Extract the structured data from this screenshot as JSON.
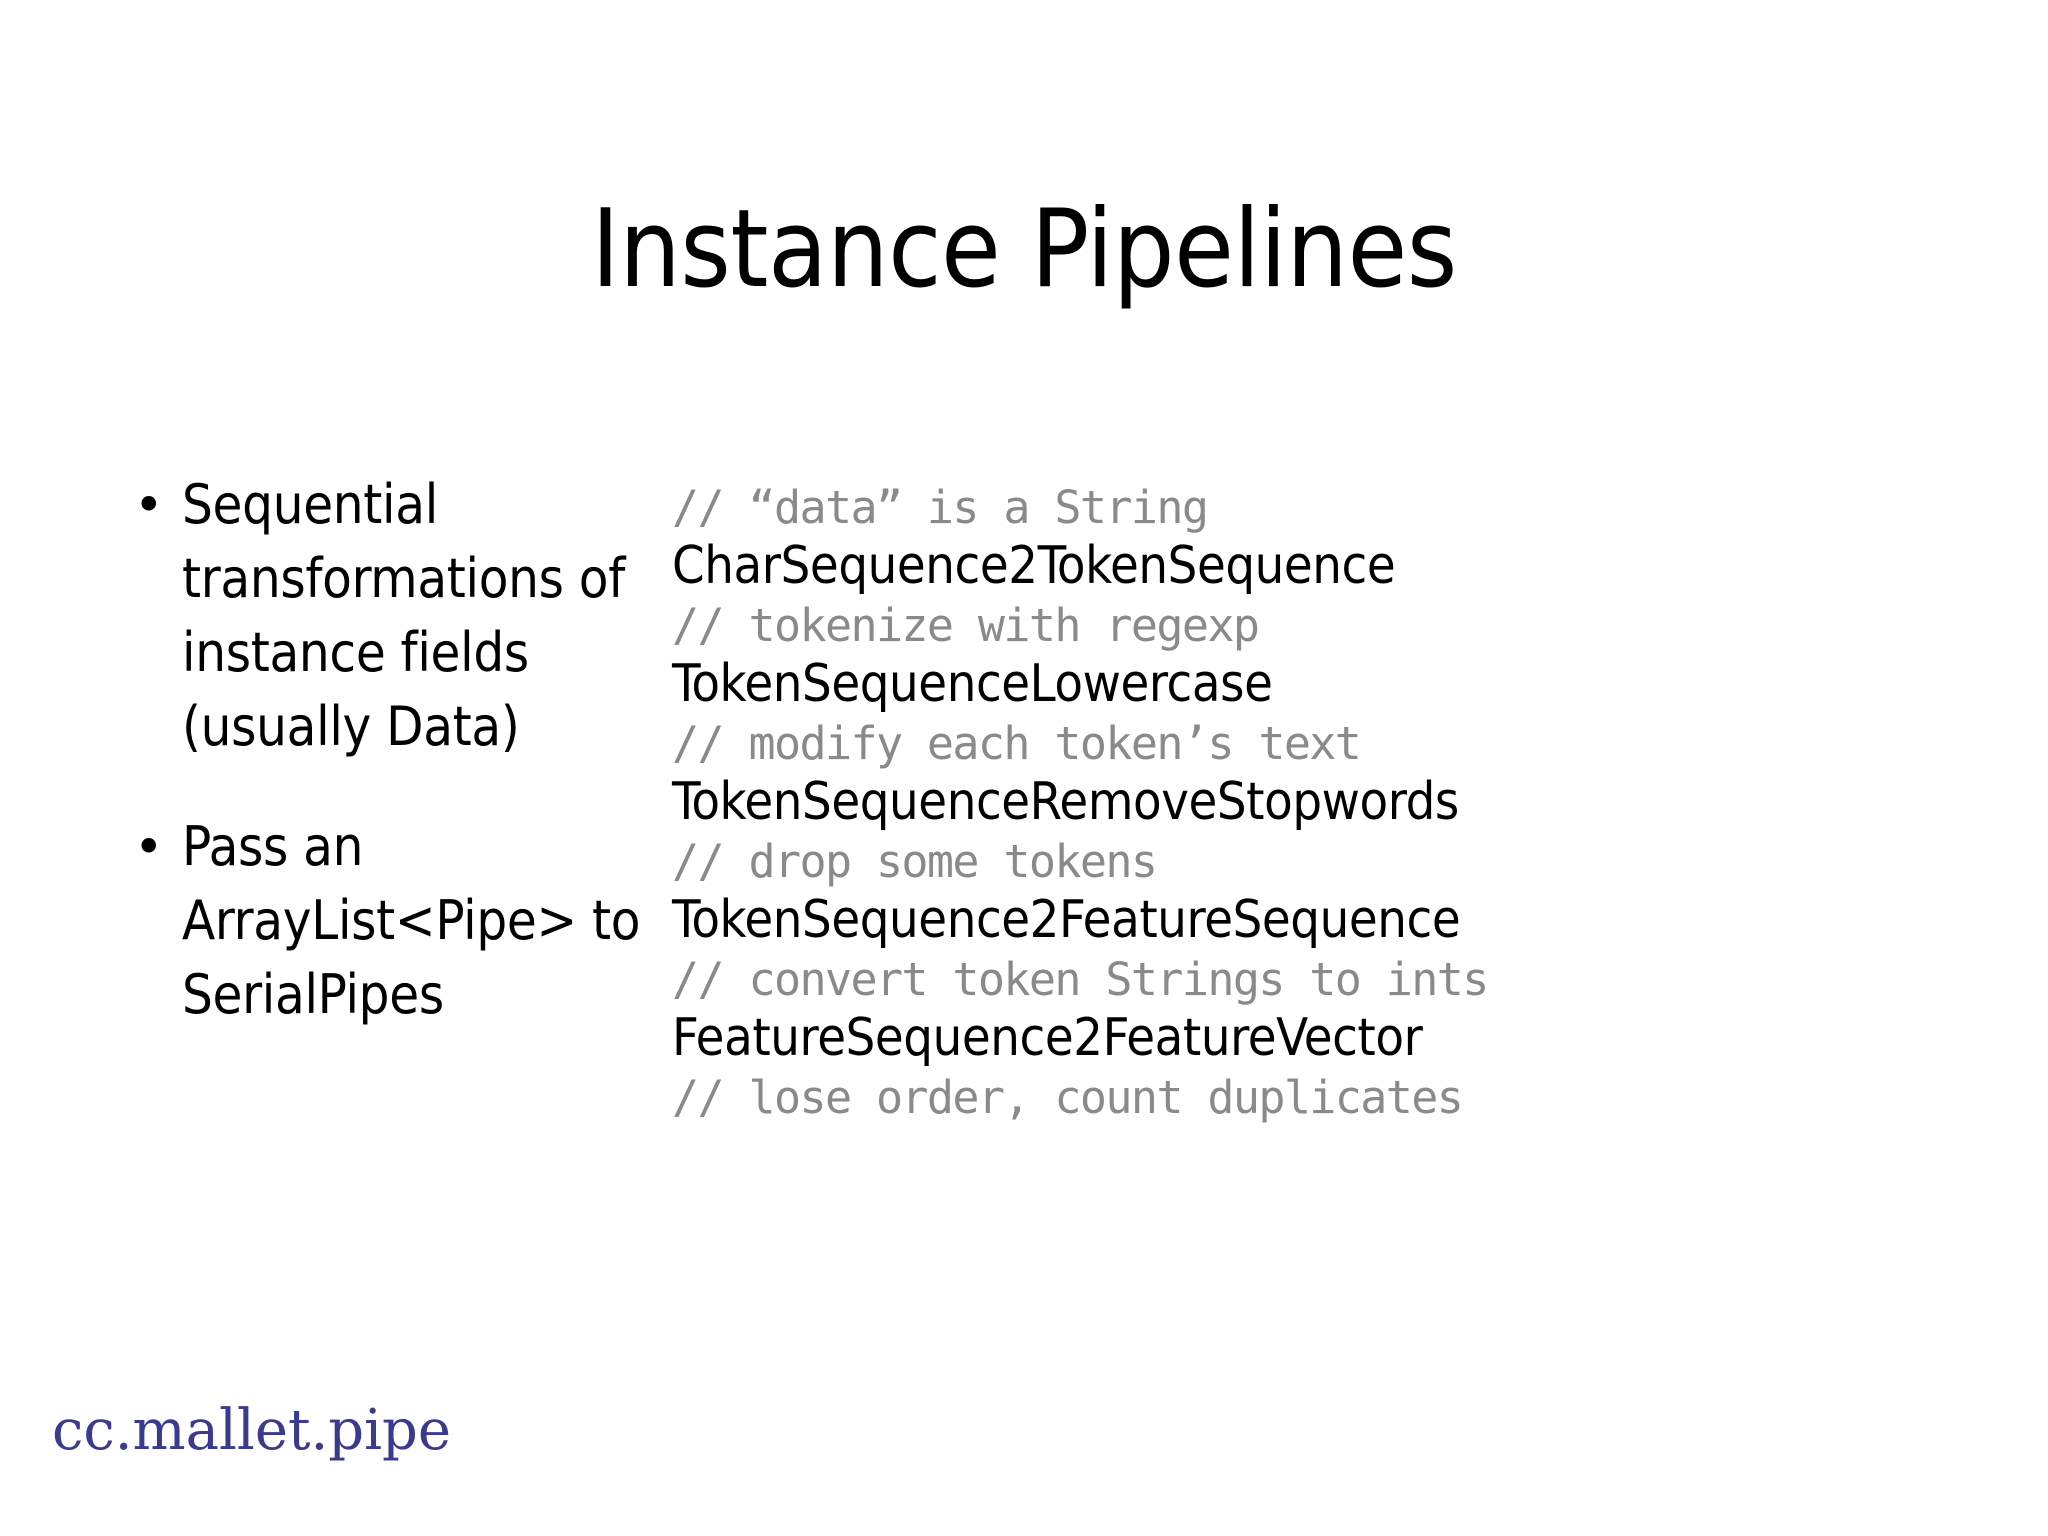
{
  "slide": {
    "title": "Instance Pipelines",
    "background_color": "#ffffff",
    "bullet_marker": "•"
  },
  "bullets": [
    {
      "text": "Sequential transformations of instance fields (usually Data)"
    },
    {
      "text": "Pass an ArrayList<Pipe> to SerialPipes"
    }
  ],
  "code_block": {
    "comment_color": "#8a8a8a",
    "classname_color": "#000000",
    "lines": [
      {
        "kind": "comment",
        "text": "// “data” is a String"
      },
      {
        "kind": "classname",
        "text": "CharSequence2TokenSequence"
      },
      {
        "kind": "comment",
        "text": "// tokenize with regexp"
      },
      {
        "kind": "classname",
        "text": "TokenSequenceLowercase"
      },
      {
        "kind": "comment",
        "text": "// modify each token’s text"
      },
      {
        "kind": "classname",
        "text": "TokenSequenceRemoveStopwords"
      },
      {
        "kind": "comment",
        "text": "// drop some tokens"
      },
      {
        "kind": "classname",
        "text": "TokenSequence2FeatureSequence"
      },
      {
        "kind": "comment",
        "text": "// convert token Strings to ints"
      },
      {
        "kind": "classname",
        "text": "FeatureSequence2FeatureVector"
      },
      {
        "kind": "comment",
        "text": "// lose order, count duplicates"
      }
    ]
  },
  "footer": {
    "label": "cc.mallet.pipe",
    "color": "#3b3a8f"
  }
}
